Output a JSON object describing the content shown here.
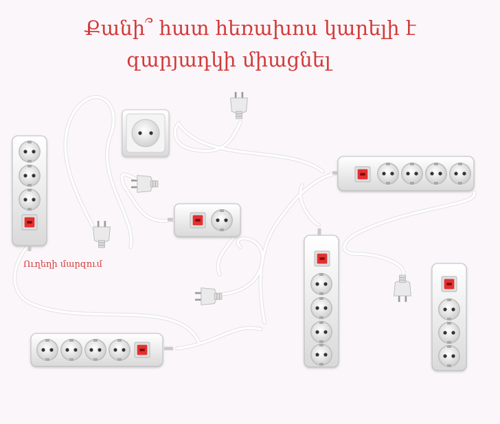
{
  "title": {
    "line1": "Քանի՞ հատ հեռախոս կարելի է",
    "line2": "զարյադկի միացնել"
  },
  "caption": "Ուղեղի մարզում",
  "colors": {
    "title": "#d33a3a",
    "switch": "#e53030",
    "strip": "#f1f1f1",
    "cable": "#ffffff"
  },
  "icons": [
    "wall-socket-icon",
    "power-strip-icon",
    "plug-icon",
    "power-switch-icon"
  ]
}
